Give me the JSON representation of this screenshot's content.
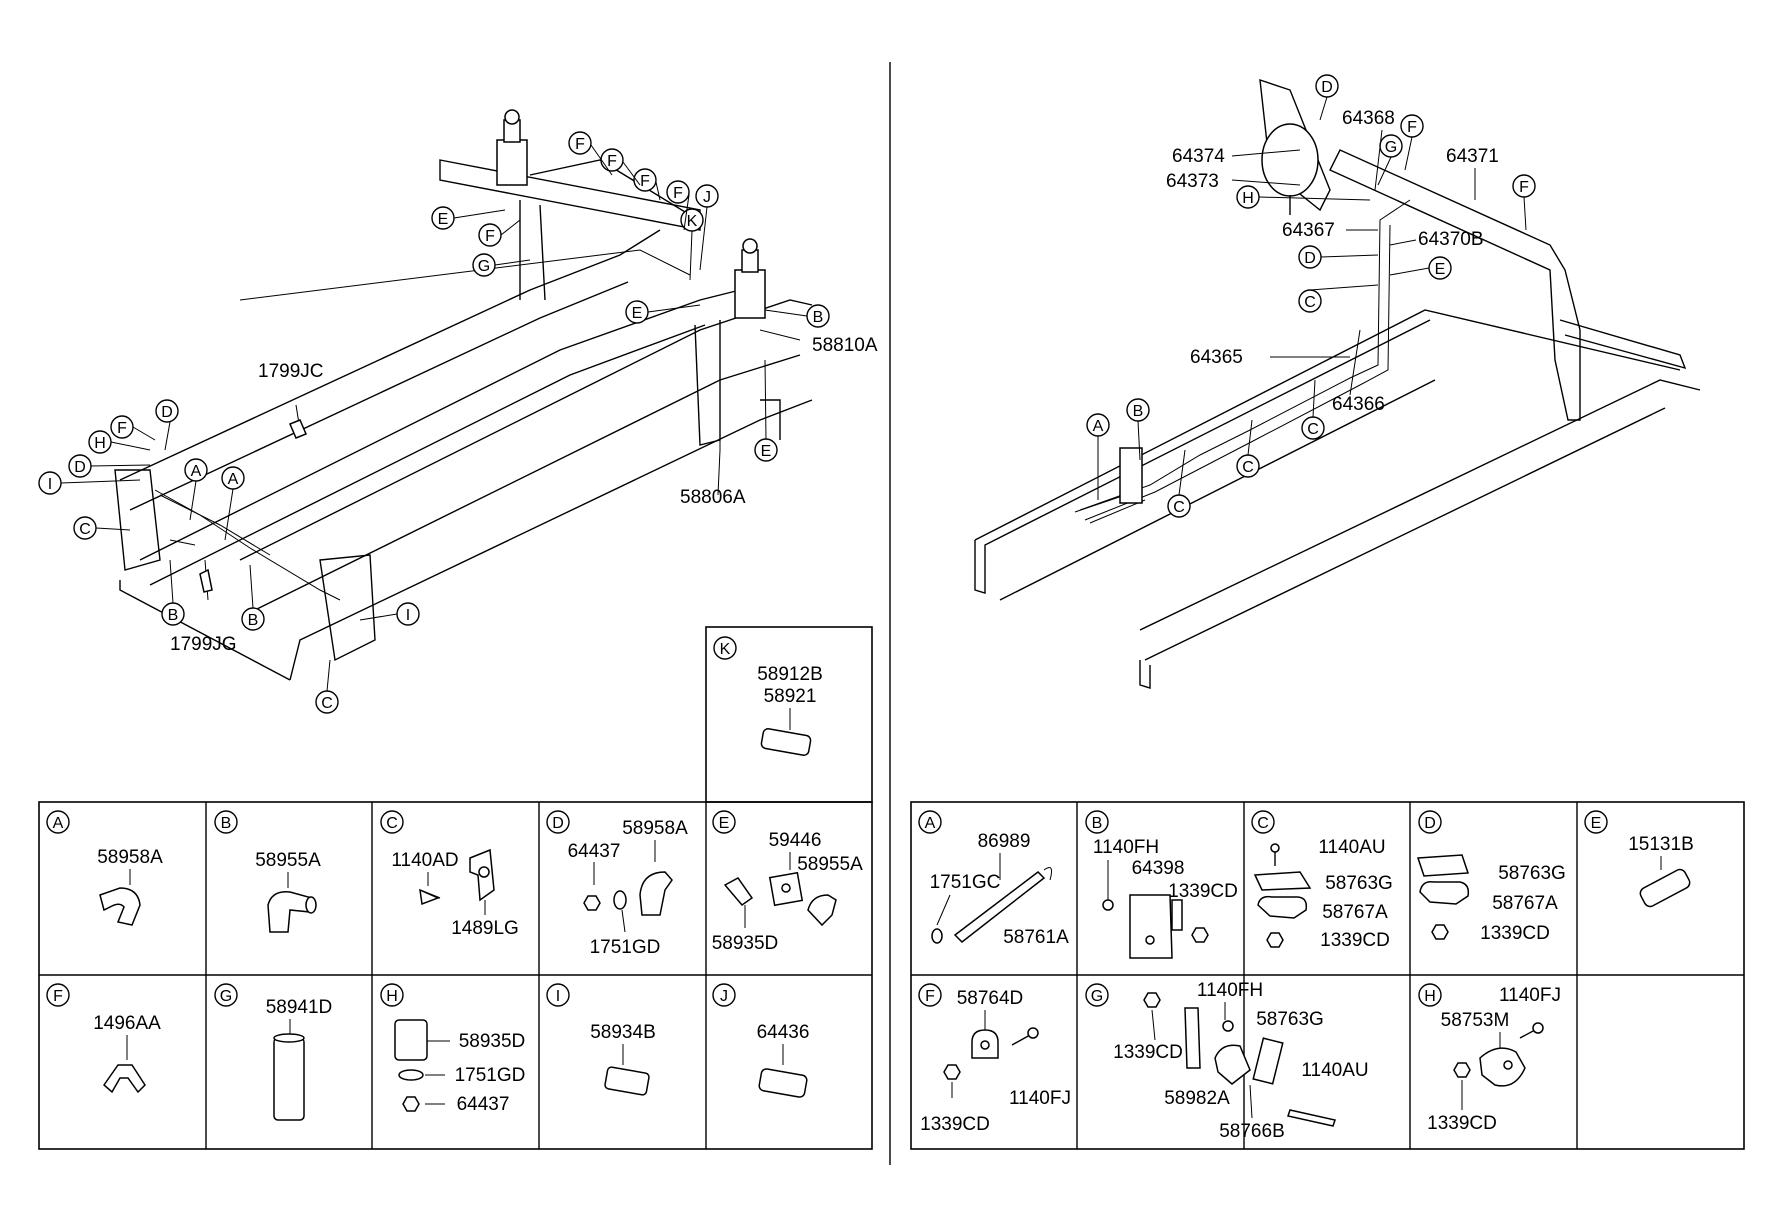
{
  "left_diagram": {
    "callout_letters": [
      "F",
      "F",
      "F",
      "F",
      "J",
      "K",
      "E",
      "F",
      "G",
      "E",
      "B",
      "D",
      "F",
      "H",
      "D",
      "I",
      "A",
      "A",
      "C",
      "B",
      "B",
      "I",
      "C",
      "E"
    ],
    "part_labels": [
      "1799JC",
      "58810A",
      "58806A",
      "1799JG"
    ]
  },
  "right_diagram": {
    "callout_letters": [
      "D",
      "F",
      "G",
      "H",
      "D",
      "E",
      "C",
      "C",
      "C",
      "A",
      "B",
      "C",
      "F"
    ],
    "part_labels": [
      "64374",
      "64373",
      "64368",
      "64371",
      "64367",
      "64370B",
      "64365",
      "64366"
    ]
  },
  "left_detail_k": {
    "letter": "K",
    "parts": [
      "58912B",
      "58921"
    ]
  },
  "left_details": [
    {
      "letter": "A",
      "parts": [
        "58958A"
      ]
    },
    {
      "letter": "B",
      "parts": [
        "58955A"
      ]
    },
    {
      "letter": "C",
      "parts": [
        "1140AD",
        "1489LG"
      ]
    },
    {
      "letter": "D",
      "parts": [
        "58958A",
        "64437",
        "1751GD"
      ]
    },
    {
      "letter": "E",
      "parts": [
        "59446",
        "58955A",
        "58935D"
      ]
    },
    {
      "letter": "F",
      "parts": [
        "1496AA"
      ]
    },
    {
      "letter": "G",
      "parts": [
        "58941D"
      ]
    },
    {
      "letter": "H",
      "parts": [
        "58935D",
        "1751GD",
        "64437"
      ]
    },
    {
      "letter": "I",
      "parts": [
        "58934B"
      ]
    },
    {
      "letter": "J",
      "parts": [
        "64436"
      ]
    }
  ],
  "right_details": [
    {
      "letter": "A",
      "parts": [
        "86989",
        "1751GC",
        "58761A"
      ]
    },
    {
      "letter": "B",
      "parts": [
        "1140FH",
        "64398",
        "1339CD"
      ]
    },
    {
      "letter": "C",
      "parts": [
        "1140AU",
        "58763G",
        "58767A",
        "1339CD"
      ]
    },
    {
      "letter": "D",
      "parts": [
        "58763G",
        "58767A",
        "1339CD"
      ]
    },
    {
      "letter": "E",
      "parts": [
        "15131B"
      ]
    },
    {
      "letter": "F",
      "parts": [
        "58764D",
        "1140FJ",
        "1339CD"
      ]
    },
    {
      "letter": "G",
      "parts": [
        "1140FH",
        "1339CD",
        "58763G",
        "1140AU",
        "58982A",
        "58766B"
      ]
    },
    {
      "letter": "H",
      "parts": [
        "1140FJ",
        "58753M",
        "1339CD"
      ]
    }
  ]
}
